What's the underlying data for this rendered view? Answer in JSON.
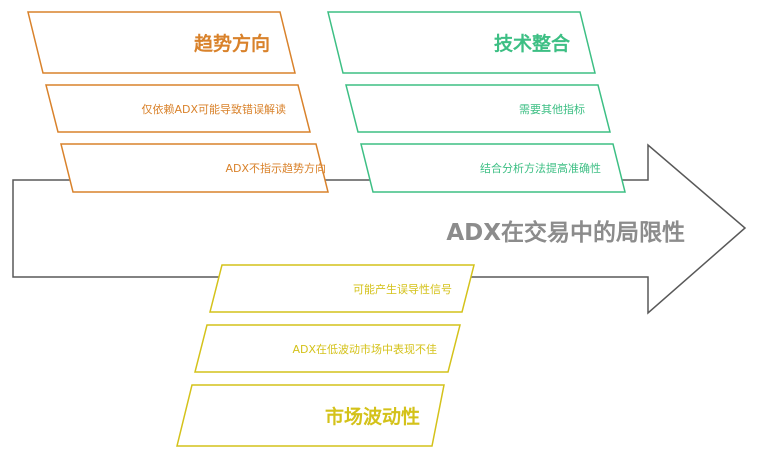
{
  "title": "ADX在交易中的局限性",
  "colors": {
    "orange": "#d9822b",
    "green": "#3dbf84",
    "yellow": "#d4c21a",
    "arrow": "#595959",
    "title": "#8c8c8c"
  },
  "groups": {
    "trend": {
      "heading": "趋势方向",
      "items": [
        "仅依赖ADX可能导致错误解读",
        "ADX不指示趋势方向"
      ]
    },
    "tech": {
      "heading": "技术整合",
      "items": [
        "需要其他指标",
        "结合分析方法提高准确性"
      ]
    },
    "market": {
      "heading": "市场波动性",
      "items": [
        "可能产生误导性信号",
        "ADX在低波动市场中表现不佳"
      ]
    }
  }
}
